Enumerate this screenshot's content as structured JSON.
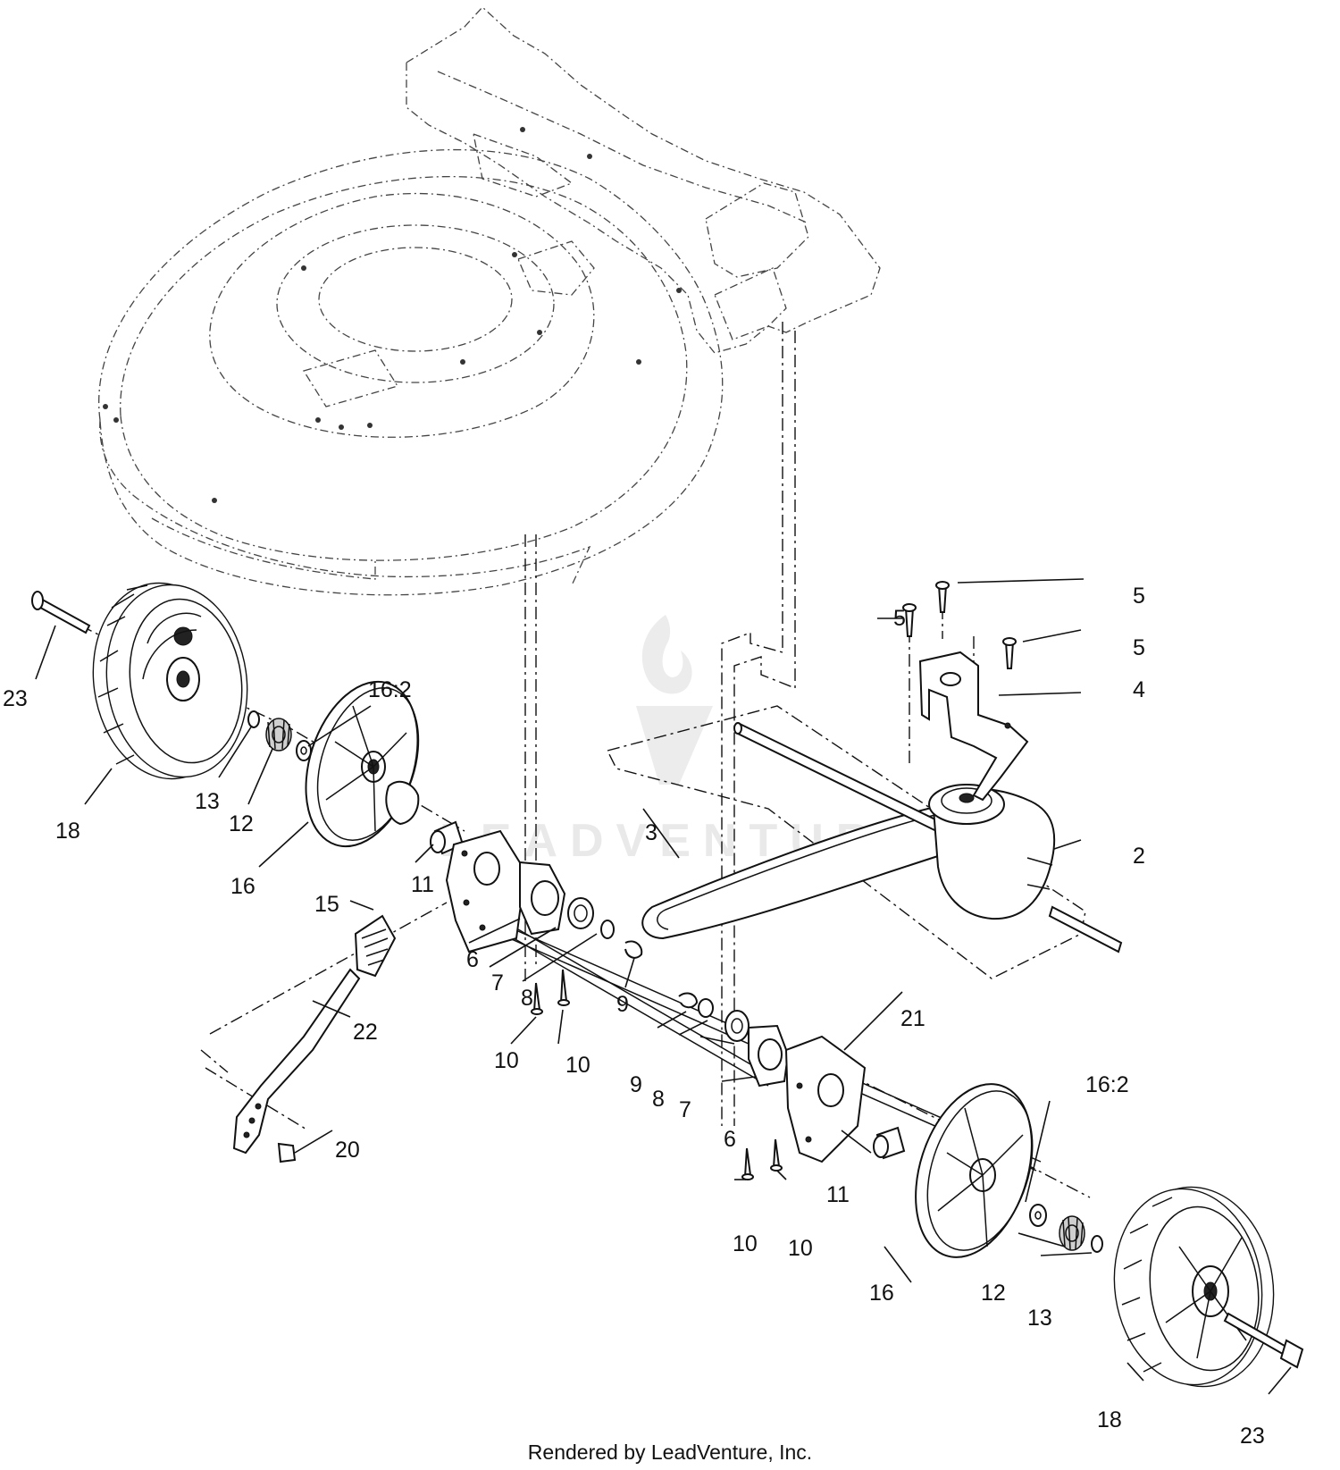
{
  "watermark": {
    "text": "LEADVENTURE"
  },
  "footer": {
    "credit": "Rendered by LeadVenture, Inc."
  },
  "callouts": [
    {
      "id": "c-23-left",
      "label": "23"
    },
    {
      "id": "c-18-left",
      "label": "18"
    },
    {
      "id": "c-13-left",
      "label": "13"
    },
    {
      "id": "c-12-left",
      "label": "12"
    },
    {
      "id": "c-16-2-left",
      "label": "16:2"
    },
    {
      "id": "c-16-left",
      "label": "16"
    },
    {
      "id": "c-11-left",
      "label": "11"
    },
    {
      "id": "c-15",
      "label": "15"
    },
    {
      "id": "c-22",
      "label": "22"
    },
    {
      "id": "c-20",
      "label": "20"
    },
    {
      "id": "c-6-left",
      "label": "6"
    },
    {
      "id": "c-7-left",
      "label": "7"
    },
    {
      "id": "c-8-left",
      "label": "8"
    },
    {
      "id": "c-9-left",
      "label": "9"
    },
    {
      "id": "c-10-a",
      "label": "10"
    },
    {
      "id": "c-10-b",
      "label": "10"
    },
    {
      "id": "c-3",
      "label": "3"
    },
    {
      "id": "c-5-a",
      "label": "5"
    },
    {
      "id": "c-5-b",
      "label": "5"
    },
    {
      "id": "c-5-c",
      "label": "5"
    },
    {
      "id": "c-4",
      "label": "4"
    },
    {
      "id": "c-2",
      "label": "2"
    },
    {
      "id": "c-21",
      "label": "21"
    },
    {
      "id": "c-9-right",
      "label": "9"
    },
    {
      "id": "c-8-right",
      "label": "8"
    },
    {
      "id": "c-7-right",
      "label": "7"
    },
    {
      "id": "c-6-right",
      "label": "6"
    },
    {
      "id": "c-10-c",
      "label": "10"
    },
    {
      "id": "c-10-d",
      "label": "10"
    },
    {
      "id": "c-11-right",
      "label": "11"
    },
    {
      "id": "c-16-2-right",
      "label": "16:2"
    },
    {
      "id": "c-16-right",
      "label": "16"
    },
    {
      "id": "c-12-right",
      "label": "12"
    },
    {
      "id": "c-13-right",
      "label": "13"
    },
    {
      "id": "c-18-right",
      "label": "18"
    },
    {
      "id": "c-23-right",
      "label": "23"
    }
  ]
}
